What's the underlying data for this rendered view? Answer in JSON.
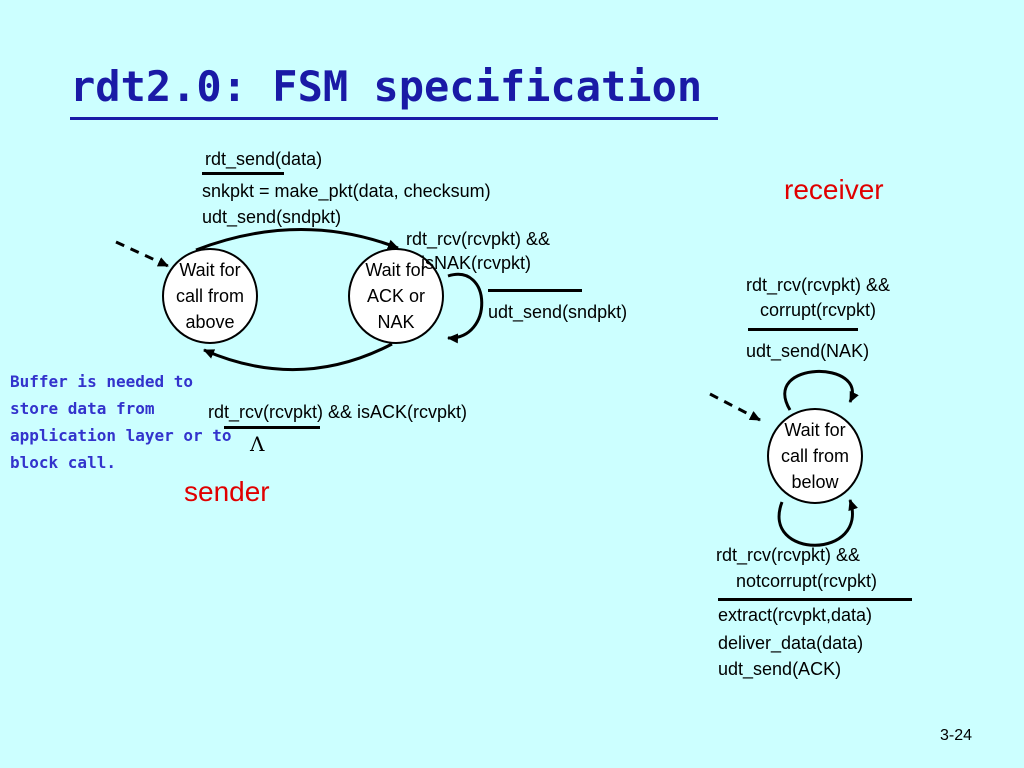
{
  "title": "rdt2.0: FSM specification",
  "colors": {
    "title": "#1a1aa6",
    "note": "#3333cc",
    "role_label": "#e00000",
    "background": "#ccffff"
  },
  "sender": {
    "role_label": "sender",
    "states": {
      "wait_above": [
        "Wait for",
        "call from",
        "above"
      ],
      "wait_ack": [
        "Wait for",
        "ACK or",
        "NAK"
      ]
    },
    "send_transition": {
      "event": "rdt_send(data)",
      "actions": [
        "snkpkt = make_pkt(data, checksum)",
        "udt_send(sndpkt)"
      ]
    },
    "nak_transition": {
      "event": [
        "rdt_rcv(rcvpkt) &&",
        "isNAK(rcvpkt)"
      ],
      "action": "udt_send(sndpkt)"
    },
    "ack_transition": {
      "event": "rdt_rcv(rcvpkt) && isACK(rcvpkt)",
      "action": "Λ"
    },
    "note": "Buffer is needed to store data from application layer or to block call."
  },
  "receiver": {
    "role_label": "receiver",
    "state": [
      "Wait for",
      "call from",
      "below"
    ],
    "corrupt_transition": {
      "event": [
        "rdt_rcv(rcvpkt) &&",
        "corrupt(rcvpkt)"
      ],
      "action": "udt_send(NAK)"
    },
    "notcorrupt_transition": {
      "event": [
        "rdt_rcv(rcvpkt) &&",
        "notcorrupt(rcvpkt)"
      ],
      "actions": [
        "extract(rcvpkt,data)",
        "deliver_data(data)",
        "udt_send(ACK)"
      ]
    }
  },
  "page_number": "3-24"
}
